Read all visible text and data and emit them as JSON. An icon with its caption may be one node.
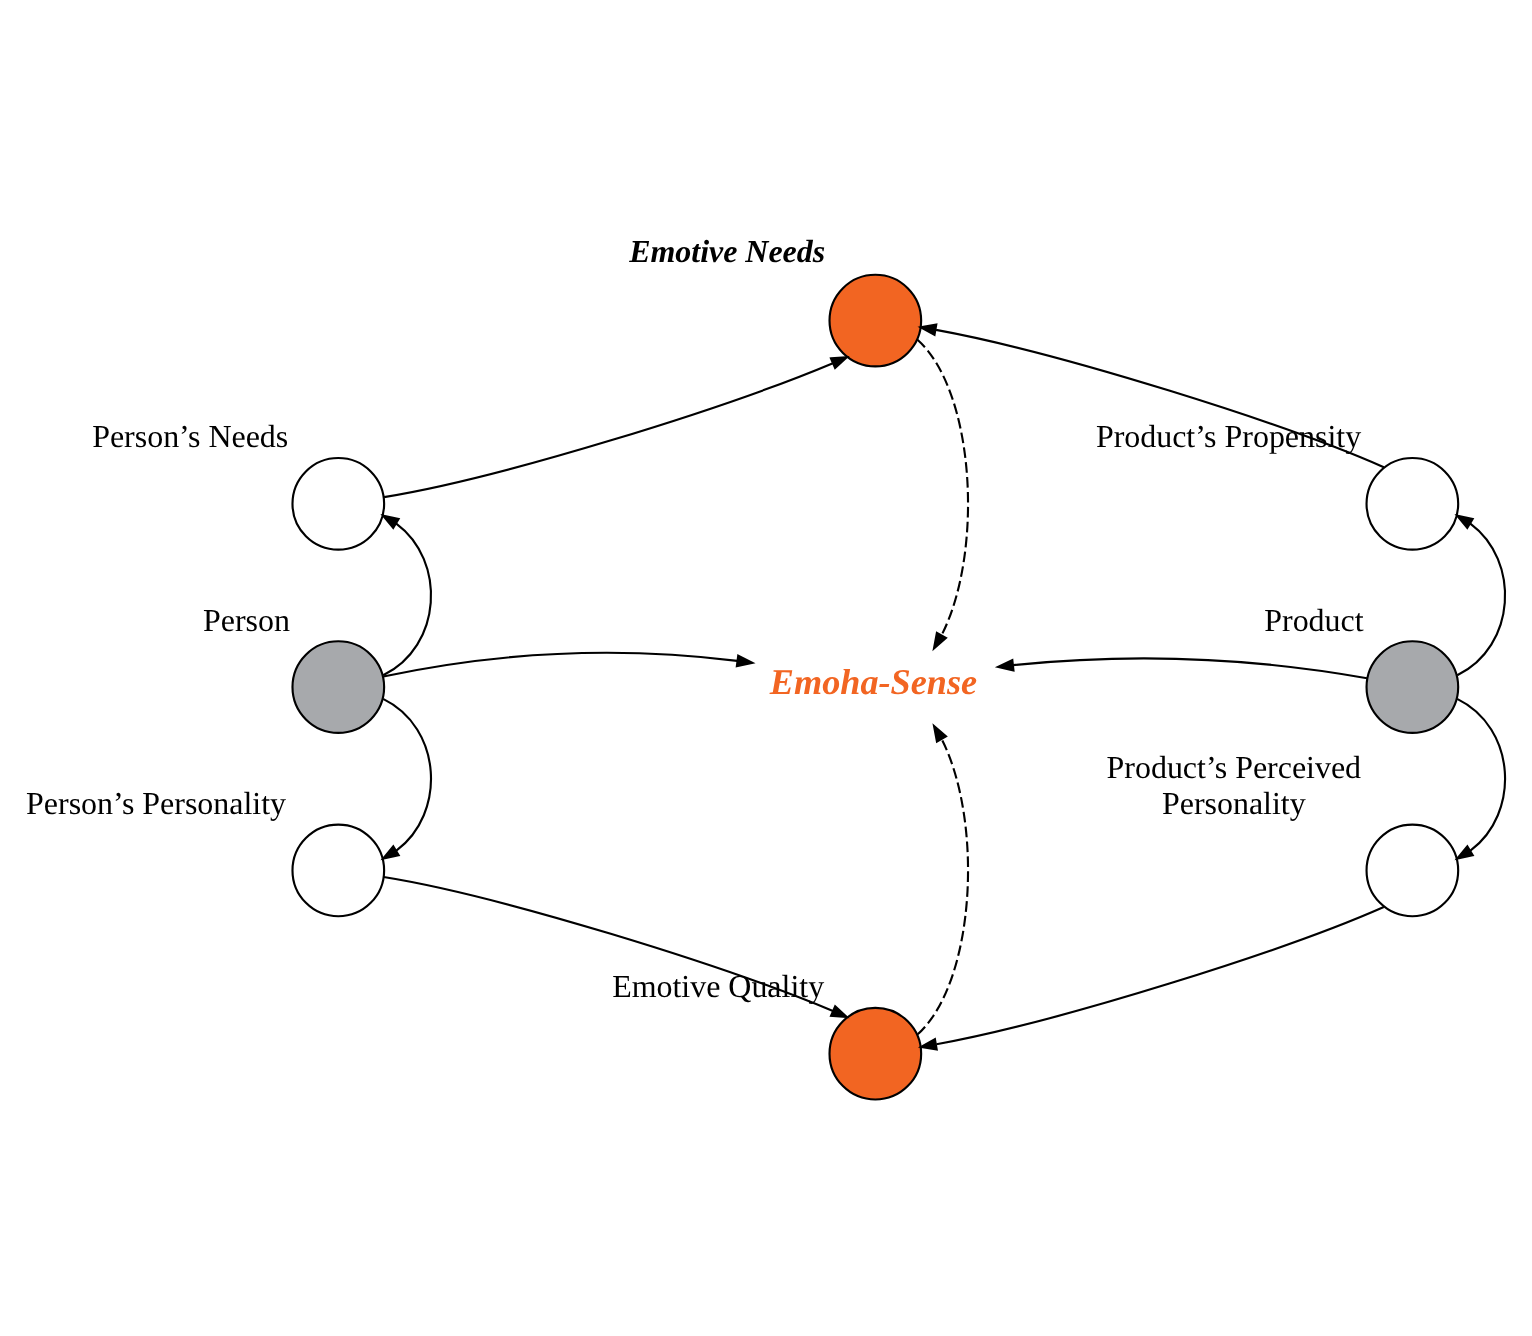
{
  "diagram": {
    "nodes": [
      {
        "text": [
          "Emotive Needs"
        ]
      },
      {
        "text": [
          "Person’s Needs"
        ]
      },
      {
        "text": [
          "Product’s Propensity"
        ]
      },
      {
        "text": [
          "Person"
        ]
      },
      {
        "text": [
          "Emoha-Sense"
        ]
      },
      {
        "text": [
          "Product"
        ]
      },
      {
        "text": [
          "Person’s Personality"
        ]
      },
      {
        "text": [
          "Product’s Perceived Personality"
        ]
      },
      {
        "text": [
          "Emotive Quality"
        ]
      }
    ],
    "edges": [
      {
        "from": 3,
        "to": 1,
        "arrow": "to"
      },
      {
        "from": 1,
        "to": 0,
        "arrow": "to"
      },
      {
        "from": 5,
        "to": 2,
        "arrow": "to"
      },
      {
        "from": 2,
        "to": 0,
        "arrow": "to"
      },
      {
        "from": 0,
        "to": 4,
        "arrow": "to",
        "style": "dashed"
      },
      {
        "from": 3,
        "to": 4,
        "arrow": "to"
      },
      {
        "from": 5,
        "to": 4,
        "arrow": "to"
      },
      {
        "from": 8,
        "to": 4,
        "arrow": "to",
        "style": "dashed"
      },
      {
        "from": 3,
        "to": 6,
        "arrow": "to"
      },
      {
        "from": 6,
        "to": 8,
        "arrow": "to"
      },
      {
        "from": 5,
        "to": 7,
        "arrow": "to"
      },
      {
        "from": 7,
        "to": 8,
        "arrow": "to"
      }
    ]
  }
}
